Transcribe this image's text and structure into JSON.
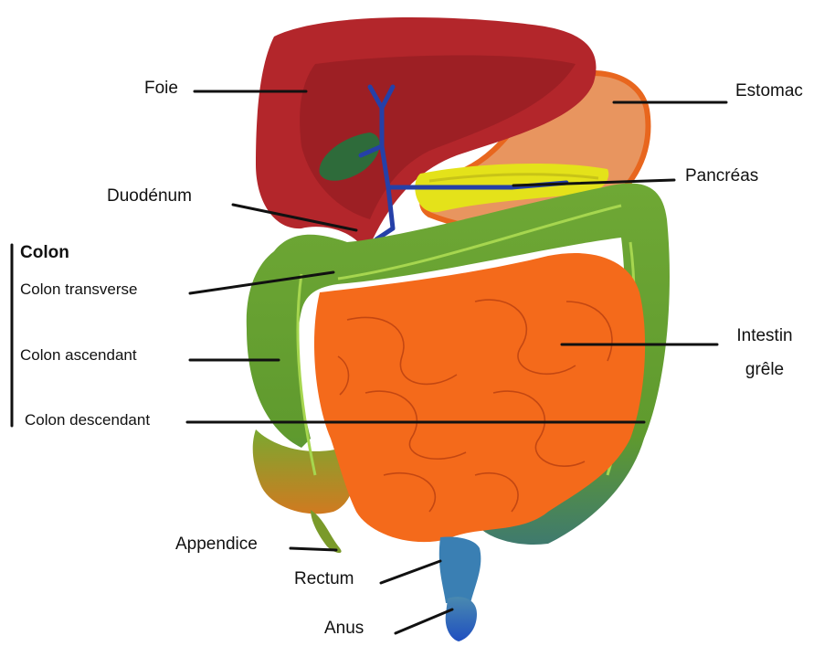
{
  "labels": {
    "foie": "Foie",
    "estomac": "Estomac",
    "pancreas": "Pancréas",
    "duodenum": "Duodénum",
    "colon_group": "Colon",
    "colon_transverse": "Colon transverse",
    "colon_ascendant": "Colon ascendant",
    "colon_descendant": "Colon descendant",
    "intestin_line1": "Intestin",
    "intestin_line2": "grêle",
    "appendice": "Appendice",
    "rectum": "Rectum",
    "anus": "Anus"
  },
  "colors": {
    "liver": "#b3262b",
    "liver_dark": "#8e1a1f",
    "stomach": "#e8955f",
    "stomach_outline": "#e8661e",
    "pancreas": "#e4e21a",
    "gallbladder": "#2e6b3a",
    "bile_duct": "#2540a8",
    "colon": "#6aa332",
    "colon_dark": "#4d7f22",
    "small_intestine": "#f46a1b",
    "rectum": "#3a7fb3",
    "anus": "#2456b8",
    "leader_line": "#111111"
  }
}
